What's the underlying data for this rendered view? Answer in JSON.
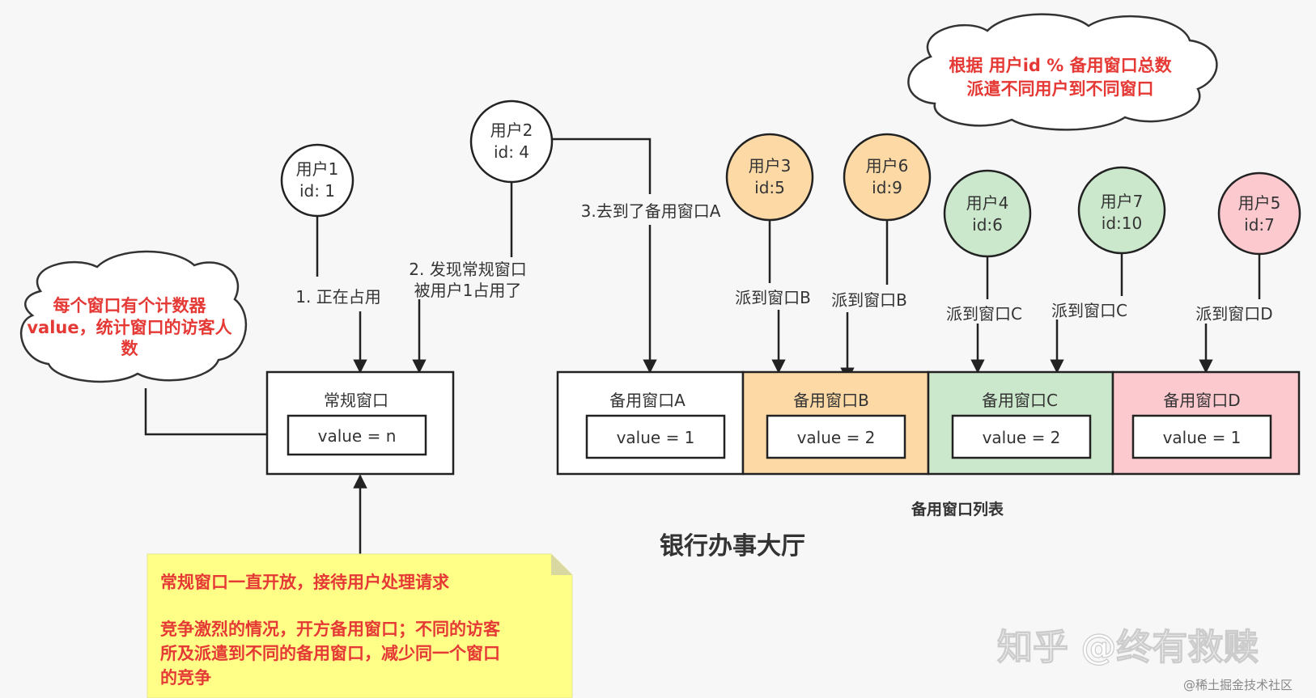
{
  "colors": {
    "orange": "#fdd9a6",
    "green": "#cce8cc",
    "pink": "#fcc9cf",
    "white": "#ffffff",
    "note": "#ffff88",
    "accent_red": "#e53935"
  },
  "cloud_top": {
    "line1": "根据  用户id % 备用窗口总数",
    "line2": "派遣不同用户到不同窗口"
  },
  "cloud_left": {
    "line1": "每个窗口有个计数器",
    "line2": "value，统计窗口的访客人",
    "line3": "数"
  },
  "users": [
    {
      "name": "用户1",
      "id": "id: 1",
      "color": "white"
    },
    {
      "name": "用户2",
      "id": "id: 4",
      "color": "white"
    },
    {
      "name": "用户3",
      "id": "id:5",
      "color": "orange"
    },
    {
      "name": "用户6",
      "id": "id:9",
      "color": "orange"
    },
    {
      "name": "用户4",
      "id": "id:6",
      "color": "green"
    },
    {
      "name": "用户7",
      "id": "id:10",
      "color": "green"
    },
    {
      "name": "用户5",
      "id": "id:7",
      "color": "pink"
    }
  ],
  "edge_labels": {
    "occupying": "1. 正在占用",
    "found_line1": "2. 发现常规窗口",
    "found_line2": "被用户1占用了",
    "go_backup": "3.去到了备用窗口A",
    "u3": "派到窗口B",
    "u6": "派到窗口B",
    "u4": "派到窗口C",
    "u7": "派到窗口C",
    "u5": "派到窗口D"
  },
  "regular_window": {
    "title": "常规窗口",
    "value": "value = n"
  },
  "backup_windows": [
    {
      "title": "备用窗口A",
      "value": "value = 1",
      "color": "white"
    },
    {
      "title": "备用窗口B",
      "value": "value = 2",
      "color": "orange"
    },
    {
      "title": "备用窗口C",
      "value": "value = 2",
      "color": "green"
    },
    {
      "title": "备用窗口D",
      "value": "value = 1",
      "color": "pink"
    }
  ],
  "backup_list_title": "备用窗口列表",
  "hall_title": "银行办事大厅",
  "note": {
    "line1": "常规窗口一直开放，接待用户处理请求",
    "line2": "竞争激烈的情况，开方备用窗口；不同的访客",
    "line3": "所及派遣到不同的备用窗口，减少同一个窗口",
    "line4": "的竞争"
  },
  "watermark": {
    "main": "知乎 @终有救赎",
    "sub": "@稀土掘金技术社区"
  }
}
